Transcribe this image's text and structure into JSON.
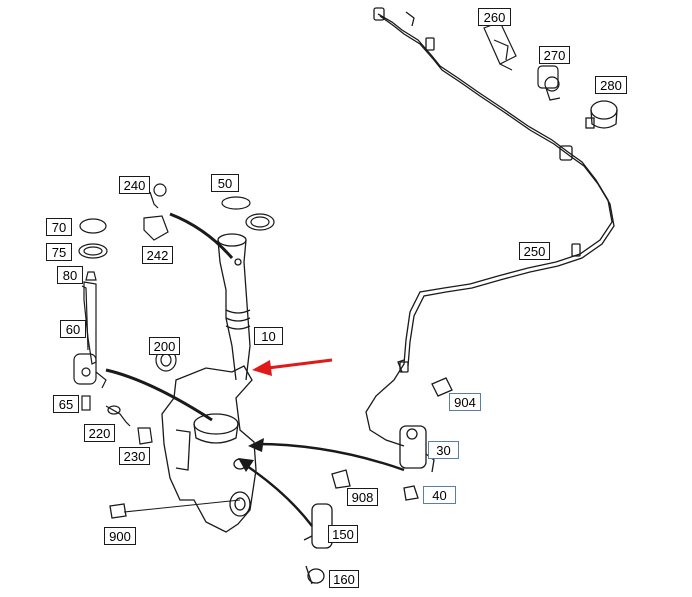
{
  "diagram": {
    "labels": {
      "p260": "260",
      "p270": "270",
      "p280": "280",
      "p240": "240",
      "p50": "50",
      "p242": "242",
      "p70": "70",
      "p75": "75",
      "p80": "80",
      "p60": "60",
      "p10": "10",
      "p200": "200",
      "p250": "250",
      "p65": "65",
      "p220": "220",
      "p230": "230",
      "p904": "904",
      "p30": "30",
      "p40": "40",
      "p908": "908",
      "p900": "900",
      "p150": "150",
      "p160": "160"
    },
    "colors": {
      "line": "#1a1a1a",
      "highlight_arrow": "#e01919",
      "label_border": "#5a7fa6"
    }
  }
}
